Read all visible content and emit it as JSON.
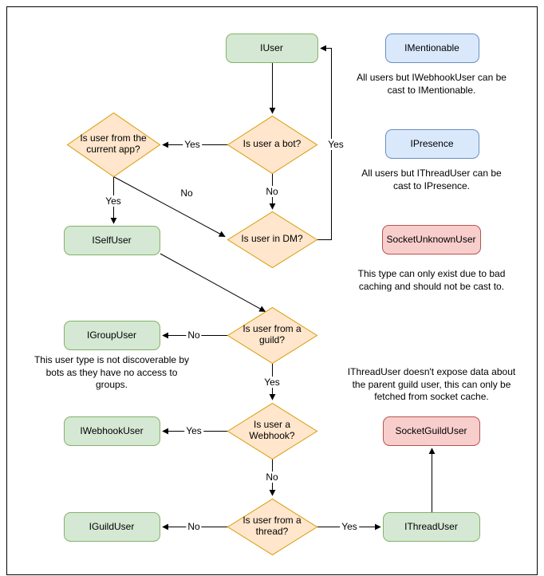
{
  "colors": {
    "green": {
      "fill": "#d5e8d4",
      "stroke": "#82b366"
    },
    "blue": {
      "fill": "#dae8fc",
      "stroke": "#6c8ebf"
    },
    "red": {
      "fill": "#f8cecc",
      "stroke": "#b85450"
    },
    "orange": {
      "fill": "#ffe6cc",
      "stroke": "#d79b00"
    },
    "line": "#000000",
    "background": "#ffffff"
  },
  "nodes": {
    "iuser": {
      "label": "IUser"
    },
    "imentionable": {
      "label": "IMentionable"
    },
    "ipresence": {
      "label": "IPresence"
    },
    "iselfuser": {
      "label": "ISelfUser"
    },
    "socketunknownuser": {
      "label": "SocketUnknownUser"
    },
    "igroupuser": {
      "label": "IGroupUser"
    },
    "iwebhookuser": {
      "label": "IWebhookUser"
    },
    "socketguilduser": {
      "label": "SocketGuildUser"
    },
    "iguilduser": {
      "label": "IGuildUser"
    },
    "ithreaduser": {
      "label": "IThreadUser"
    }
  },
  "decisions": {
    "is_bot": {
      "label": "Is user a bot?"
    },
    "is_current_app": {
      "label": "Is user from the current app?"
    },
    "is_dm": {
      "label": "Is user in DM?"
    },
    "is_guild": {
      "label": "Is user from a guild?"
    },
    "is_webhook": {
      "label": "Is user a Webhook?"
    },
    "is_thread": {
      "label": "Is user from a thread?"
    }
  },
  "captions": {
    "imentionable": "All users but IWebhookUser can be cast to IMentionable.",
    "ipresence": "All users but IThreadUser can be cast to IPresence.",
    "socketunknownuser": "This type can only exist due to bad caching and should not be cast to.",
    "igroupuser": "This user type is not discoverable by bots as they have no access to groups.",
    "ithreaduser": "IThreadUser doesn't expose data about the parent guild user, this can only be fetched from socket cache."
  },
  "edges": [
    {
      "from": "IUser",
      "to": "Is user a bot?",
      "label": ""
    },
    {
      "from": "Is user a bot?",
      "to": "Is user from the current app?",
      "label": "Yes"
    },
    {
      "from": "Is user a bot?",
      "to": "Is user in DM?",
      "label": "No"
    },
    {
      "from": "Is user from the current app?",
      "to": "ISelfUser",
      "label": "Yes"
    },
    {
      "from": "Is user from the current app?",
      "to": "Is user in DM?",
      "label": "No"
    },
    {
      "from": "Is user in DM?",
      "to": "IUser",
      "label": "Yes"
    },
    {
      "from": "ISelfUser",
      "to": "Is user from a guild?",
      "label": ""
    },
    {
      "from": "Is user from a guild?",
      "to": "IGroupUser",
      "label": "No"
    },
    {
      "from": "Is user from a guild?",
      "to": "Is user a Webhook?",
      "label": "Yes"
    },
    {
      "from": "Is user a Webhook?",
      "to": "IWebhookUser",
      "label": "Yes"
    },
    {
      "from": "Is user a Webhook?",
      "to": "Is user from a thread?",
      "label": "No"
    },
    {
      "from": "Is user from a thread?",
      "to": "IGuildUser",
      "label": "No"
    },
    {
      "from": "Is user from a thread?",
      "to": "IThreadUser",
      "label": "Yes"
    },
    {
      "from": "IThreadUser",
      "to": "SocketGuildUser",
      "label": ""
    }
  ]
}
